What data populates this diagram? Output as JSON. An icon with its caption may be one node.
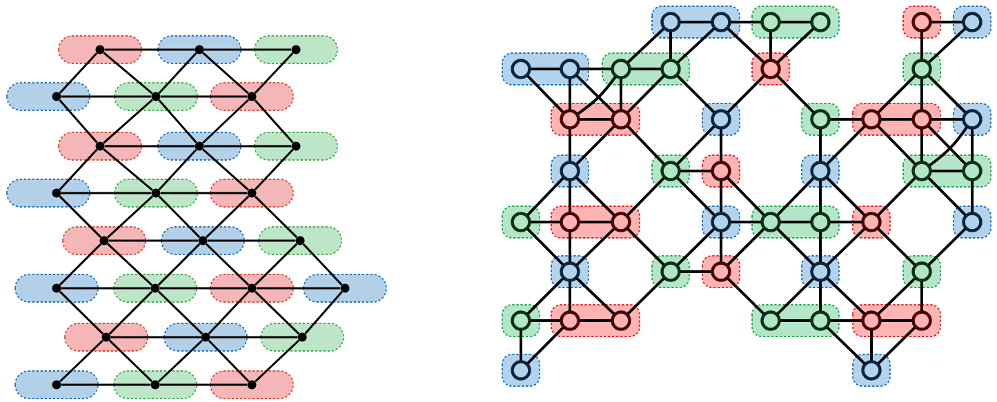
{
  "diagram": {
    "nodes": [
      {
        "text": [],
        "shape": "circle"
      },
      {
        "text": [],
        "shape": "circle"
      },
      {
        "text": [],
        "shape": "circle"
      },
      {
        "text": [],
        "shape": "circle"
      },
      {
        "text": [],
        "shape": "circle"
      },
      {
        "text": [],
        "shape": "circle"
      },
      {
        "text": [],
        "shape": "circle"
      },
      {
        "text": [],
        "shape": "circle"
      },
      {
        "text": [],
        "shape": "circle"
      },
      {
        "text": [],
        "shape": "circle"
      },
      {
        "text": [],
        "shape": "circle"
      },
      {
        "text": [],
        "shape": "circle"
      },
      {
        "text": [],
        "shape": "circle"
      },
      {
        "text": [],
        "shape": "circle"
      },
      {
        "text": [],
        "shape": "circle"
      },
      {
        "text": [],
        "shape": "circle"
      },
      {
        "text": [],
        "shape": "circle"
      },
      {
        "text": [],
        "shape": "circle"
      },
      {
        "text": [],
        "shape": "circle"
      },
      {
        "text": [],
        "shape": "circle"
      },
      {
        "text": [],
        "shape": "circle"
      },
      {
        "text": [],
        "shape": "circle"
      },
      {
        "text": [],
        "shape": "circle"
      },
      {
        "text": [],
        "shape": "circle"
      },
      {
        "text": [],
        "shape": "circle"
      },
      {
        "text": [],
        "shape": "circle"
      },
      {
        "text": [],
        "shape": "circle"
      },
      {
        "text": [],
        "shape": "circle"
      },
      {
        "text": [],
        "shape": "circle"
      },
      {
        "text": [],
        "shape": "circle"
      },
      {
        "text": [],
        "shape": "circle"
      },
      {
        "text": [],
        "shape": "circle"
      },
      {
        "text": [],
        "shape": "circle"
      },
      {
        "text": [],
        "shape": "circle"
      },
      {
        "text": [],
        "shape": "circle"
      },
      {
        "text": [],
        "shape": "circle"
      },
      {
        "text": [],
        "shape": "circle"
      },
      {
        "text": [],
        "shape": "circle"
      },
      {
        "text": [],
        "shape": "circle"
      },
      {
        "text": [],
        "shape": "circle"
      },
      {
        "text": [],
        "shape": "circle"
      },
      {
        "text": [],
        "shape": "circle"
      },
      {
        "text": [],
        "shape": "circle"
      },
      {
        "text": [],
        "shape": "circle"
      },
      {
        "text": [],
        "shape": "circle"
      },
      {
        "text": [],
        "shape": "circle"
      },
      {
        "text": [],
        "shape": "circle"
      },
      {
        "text": [],
        "shape": "circle"
      },
      {
        "text": [],
        "shape": "circle"
      },
      {
        "text": [],
        "shape": "circle"
      },
      {
        "text": [],
        "shape": "circle"
      },
      {
        "text": [],
        "shape": "circle"
      },
      {
        "text": [],
        "shape": "circle"
      },
      {
        "text": [],
        "shape": "circle"
      },
      {
        "text": [],
        "shape": "circle"
      },
      {
        "text": [],
        "shape": "circle"
      },
      {
        "text": [],
        "shape": "circle"
      },
      {
        "text": [],
        "shape": "circle"
      },
      {
        "text": [],
        "shape": "circle"
      },
      {
        "text": [],
        "shape": "circle"
      },
      {
        "text": [],
        "shape": "circle"
      },
      {
        "text": [],
        "shape": "circle"
      },
      {
        "text": [],
        "shape": "circle"
      },
      {
        "text": [],
        "shape": "circle"
      },
      {
        "text": [],
        "shape": "circle"
      },
      {
        "text": [],
        "shape": "circle"
      },
      {
        "text": [],
        "shape": "circle"
      },
      {
        "text": [],
        "shape": "circle"
      },
      {
        "text": [],
        "shape": "circle"
      },
      {
        "text": [],
        "shape": "circle"
      },
      {
        "text": [],
        "shape": "circle"
      },
      {
        "text": [],
        "shape": "circle"
      }
    ],
    "edges": [
      {
        "from": 0,
        "to": 1,
        "arrow": "none"
      },
      {
        "from": 1,
        "to": 2,
        "arrow": "none"
      },
      {
        "from": 3,
        "to": 4,
        "arrow": "none"
      },
      {
        "from": 4,
        "to": 5,
        "arrow": "none"
      },
      {
        "from": 6,
        "to": 7,
        "arrow": "none"
      },
      {
        "from": 7,
        "to": 8,
        "arrow": "none"
      },
      {
        "from": 9,
        "to": 10,
        "arrow": "none"
      },
      {
        "from": 10,
        "to": 11,
        "arrow": "none"
      },
      {
        "from": 12,
        "to": 13,
        "arrow": "none"
      },
      {
        "from": 13,
        "to": 14,
        "arrow": "none"
      },
      {
        "from": 15,
        "to": 16,
        "arrow": "none"
      },
      {
        "from": 16,
        "to": 17,
        "arrow": "none"
      },
      {
        "from": 17,
        "to": 18,
        "arrow": "none"
      },
      {
        "from": 19,
        "to": 20,
        "arrow": "none"
      },
      {
        "from": 20,
        "to": 21,
        "arrow": "none"
      },
      {
        "from": 22,
        "to": 23,
        "arrow": "none"
      },
      {
        "from": 23,
        "to": 24,
        "arrow": "none"
      },
      {
        "from": 0,
        "to": 3,
        "arrow": "none"
      },
      {
        "from": 0,
        "to": 4,
        "arrow": "none"
      },
      {
        "from": 1,
        "to": 4,
        "arrow": "none"
      },
      {
        "from": 1,
        "to": 5,
        "arrow": "none"
      },
      {
        "from": 2,
        "to": 5,
        "arrow": "none"
      },
      {
        "from": 3,
        "to": 6,
        "arrow": "none"
      },
      {
        "from": 4,
        "to": 6,
        "arrow": "none"
      },
      {
        "from": 4,
        "to": 7,
        "arrow": "none"
      },
      {
        "from": 5,
        "to": 7,
        "arrow": "none"
      },
      {
        "from": 5,
        "to": 8,
        "arrow": "none"
      },
      {
        "from": 6,
        "to": 9,
        "arrow": "none"
      },
      {
        "from": 6,
        "to": 10,
        "arrow": "none"
      },
      {
        "from": 7,
        "to": 10,
        "arrow": "none"
      },
      {
        "from": 7,
        "to": 11,
        "arrow": "none"
      },
      {
        "from": 8,
        "to": 11,
        "arrow": "none"
      },
      {
        "from": 9,
        "to": 12,
        "arrow": "none"
      },
      {
        "from": 10,
        "to": 12,
        "arrow": "none"
      },
      {
        "from": 10,
        "to": 13,
        "arrow": "none"
      },
      {
        "from": 11,
        "to": 13,
        "arrow": "none"
      },
      {
        "from": 11,
        "to": 14,
        "arrow": "none"
      },
      {
        "from": 12,
        "to": 15,
        "arrow": "none"
      },
      {
        "from": 12,
        "to": 16,
        "arrow": "none"
      },
      {
        "from": 13,
        "to": 16,
        "arrow": "none"
      },
      {
        "from": 13,
        "to": 17,
        "arrow": "none"
      },
      {
        "from": 14,
        "to": 17,
        "arrow": "none"
      },
      {
        "from": 14,
        "to": 18,
        "arrow": "none"
      },
      {
        "from": 15,
        "to": 19,
        "arrow": "none"
      },
      {
        "from": 16,
        "to": 19,
        "arrow": "none"
      },
      {
        "from": 16,
        "to": 20,
        "arrow": "none"
      },
      {
        "from": 17,
        "to": 20,
        "arrow": "none"
      },
      {
        "from": 17,
        "to": 21,
        "arrow": "none"
      },
      {
        "from": 18,
        "to": 21,
        "arrow": "none"
      },
      {
        "from": 19,
        "to": 22,
        "arrow": "none"
      },
      {
        "from": 19,
        "to": 23,
        "arrow": "none"
      },
      {
        "from": 20,
        "to": 23,
        "arrow": "none"
      },
      {
        "from": 20,
        "to": 24,
        "arrow": "none"
      },
      {
        "from": 21,
        "to": 24,
        "arrow": "none"
      },
      {
        "from": 25,
        "to": 26,
        "arrow": "none"
      },
      {
        "from": 26,
        "to": 27,
        "arrow": "none"
      },
      {
        "from": 27,
        "to": 28,
        "arrow": "none"
      },
      {
        "from": 29,
        "to": 30,
        "arrow": "none"
      },
      {
        "from": 25,
        "to": 33,
        "arrow": "none"
      },
      {
        "from": 25,
        "to": 34,
        "arrow": "none"
      },
      {
        "from": 26,
        "to": 34,
        "arrow": "none"
      },
      {
        "from": 26,
        "to": 35,
        "arrow": "none"
      },
      {
        "from": 27,
        "to": 35,
        "arrow": "none"
      },
      {
        "from": 28,
        "to": 35,
        "arrow": "none"
      },
      {
        "from": 29,
        "to": 36,
        "arrow": "none"
      },
      {
        "from": 30,
        "to": 36,
        "arrow": "none"
      },
      {
        "from": 31,
        "to": 32,
        "arrow": "none"
      },
      {
        "from": 32,
        "to": 33,
        "arrow": "none"
      },
      {
        "from": 33,
        "to": 34,
        "arrow": "none"
      },
      {
        "from": 31,
        "to": 37,
        "arrow": "none"
      },
      {
        "from": 32,
        "to": 37,
        "arrow": "none"
      },
      {
        "from": 32,
        "to": 38,
        "arrow": "none"
      },
      {
        "from": 33,
        "to": 37,
        "arrow": "none"
      },
      {
        "from": 33,
        "to": 38,
        "arrow": "none"
      },
      {
        "from": 34,
        "to": 38,
        "arrow": "none"
      },
      {
        "from": 34,
        "to": 39,
        "arrow": "none"
      },
      {
        "from": 35,
        "to": 39,
        "arrow": "none"
      },
      {
        "from": 35,
        "to": 40,
        "arrow": "none"
      },
      {
        "from": 36,
        "to": 41,
        "arrow": "none"
      },
      {
        "from": 36,
        "to": 42,
        "arrow": "none"
      },
      {
        "from": 36,
        "to": 43,
        "arrow": "none"
      },
      {
        "from": 37,
        "to": 38,
        "arrow": "none"
      },
      {
        "from": 40,
        "to": 41,
        "arrow": "none"
      },
      {
        "from": 41,
        "to": 42,
        "arrow": "none"
      },
      {
        "from": 42,
        "to": 43,
        "arrow": "none"
      },
      {
        "from": 37,
        "to": 44,
        "arrow": "none"
      },
      {
        "from": 38,
        "to": 44,
        "arrow": "none"
      },
      {
        "from": 38,
        "to": 45,
        "arrow": "none"
      },
      {
        "from": 39,
        "to": 45,
        "arrow": "none"
      },
      {
        "from": 39,
        "to": 46,
        "arrow": "none"
      },
      {
        "from": 40,
        "to": 47,
        "arrow": "none"
      },
      {
        "from": 41,
        "to": 47,
        "arrow": "none"
      },
      {
        "from": 41,
        "to": 48,
        "arrow": "none"
      },
      {
        "from": 42,
        "to": 48,
        "arrow": "none"
      },
      {
        "from": 42,
        "to": 49,
        "arrow": "none"
      },
      {
        "from": 43,
        "to": 48,
        "arrow": "none"
      },
      {
        "from": 43,
        "to": 49,
        "arrow": "none"
      },
      {
        "from": 45,
        "to": 46,
        "arrow": "none"
      },
      {
        "from": 48,
        "to": 49,
        "arrow": "none"
      },
      {
        "from": 44,
        "to": 50,
        "arrow": "none"
      },
      {
        "from": 44,
        "to": 51,
        "arrow": "none"
      },
      {
        "from": 44,
        "to": 52,
        "arrow": "none"
      },
      {
        "from": 45,
        "to": 52,
        "arrow": "none"
      },
      {
        "from": 45,
        "to": 53,
        "arrow": "none"
      },
      {
        "from": 46,
        "to": 53,
        "arrow": "none"
      },
      {
        "from": 46,
        "to": 54,
        "arrow": "none"
      },
      {
        "from": 47,
        "to": 54,
        "arrow": "none"
      },
      {
        "from": 47,
        "to": 55,
        "arrow": "none"
      },
      {
        "from": 47,
        "to": 56,
        "arrow": "none"
      },
      {
        "from": 48,
        "to": 56,
        "arrow": "none"
      },
      {
        "from": 48,
        "to": 57,
        "arrow": "none"
      },
      {
        "from": 49,
        "to": 57,
        "arrow": "none"
      },
      {
        "from": 50,
        "to": 51,
        "arrow": "none"
      },
      {
        "from": 51,
        "to": 52,
        "arrow": "none"
      },
      {
        "from": 53,
        "to": 54,
        "arrow": "none"
      },
      {
        "from": 54,
        "to": 55,
        "arrow": "none"
      },
      {
        "from": 55,
        "to": 56,
        "arrow": "none"
      },
      {
        "from": 50,
        "to": 58,
        "arrow": "none"
      },
      {
        "from": 51,
        "to": 58,
        "arrow": "none"
      },
      {
        "from": 52,
        "to": 58,
        "arrow": "none"
      },
      {
        "from": 52,
        "to": 59,
        "arrow": "none"
      },
      {
        "from": 53,
        "to": 59,
        "arrow": "none"
      },
      {
        "from": 53,
        "to": 60,
        "arrow": "none"
      },
      {
        "from": 54,
        "to": 60,
        "arrow": "none"
      },
      {
        "from": 54,
        "to": 61,
        "arrow": "none"
      },
      {
        "from": 55,
        "to": 61,
        "arrow": "none"
      },
      {
        "from": 56,
        "to": 61,
        "arrow": "none"
      },
      {
        "from": 56,
        "to": 62,
        "arrow": "none"
      },
      {
        "from": 57,
        "to": 62,
        "arrow": "none"
      },
      {
        "from": 59,
        "to": 60,
        "arrow": "none"
      },
      {
        "from": 58,
        "to": 63,
        "arrow": "none"
      },
      {
        "from": 58,
        "to": 64,
        "arrow": "none"
      },
      {
        "from": 58,
        "to": 65,
        "arrow": "none"
      },
      {
        "from": 59,
        "to": 65,
        "arrow": "none"
      },
      {
        "from": 60,
        "to": 66,
        "arrow": "none"
      },
      {
        "from": 61,
        "to": 66,
        "arrow": "none"
      },
      {
        "from": 61,
        "to": 67,
        "arrow": "none"
      },
      {
        "from": 61,
        "to": 68,
        "arrow": "none"
      },
      {
        "from": 62,
        "to": 68,
        "arrow": "none"
      },
      {
        "from": 62,
        "to": 69,
        "arrow": "none"
      },
      {
        "from": 63,
        "to": 64,
        "arrow": "none"
      },
      {
        "from": 64,
        "to": 65,
        "arrow": "none"
      },
      {
        "from": 66,
        "to": 67,
        "arrow": "none"
      },
      {
        "from": 67,
        "to": 68,
        "arrow": "none"
      },
      {
        "from": 68,
        "to": 69,
        "arrow": "none"
      },
      {
        "from": 63,
        "to": 70,
        "arrow": "none"
      },
      {
        "from": 64,
        "to": 70,
        "arrow": "none"
      },
      {
        "from": 67,
        "to": 71,
        "arrow": "none"
      },
      {
        "from": 68,
        "to": 71,
        "arrow": "none"
      },
      {
        "from": 69,
        "to": 71,
        "arrow": "none"
      }
    ]
  }
}
